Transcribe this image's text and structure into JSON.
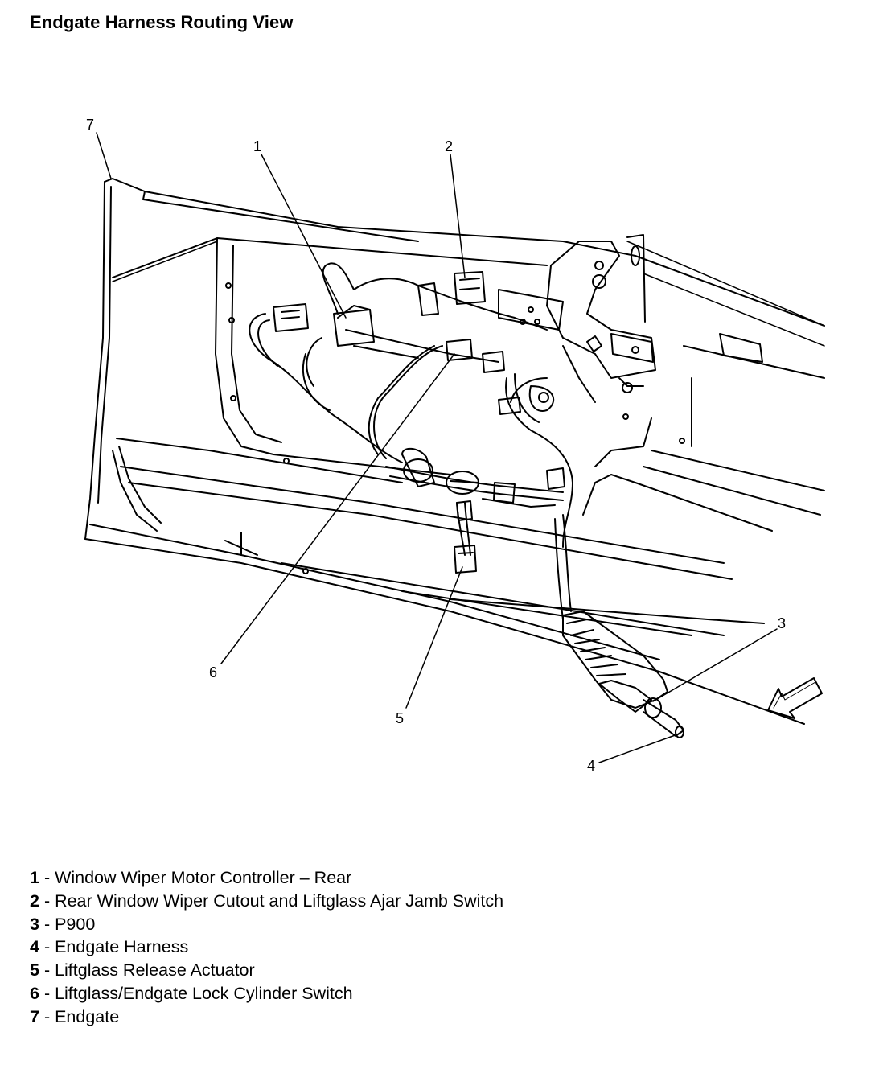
{
  "title": "Endgate Harness Routing View",
  "callouts": [
    "1",
    "2",
    "3",
    "4",
    "5",
    "6",
    "7"
  ],
  "legend": [
    {
      "num": "1",
      "sep": " - ",
      "label": "Window Wiper Motor Controller – Rear"
    },
    {
      "num": "2",
      "sep": " - ",
      "label": "Rear Window Wiper Cutout and Liftglass Ajar Jamb Switch"
    },
    {
      "num": "3",
      "sep": " - ",
      "label": "P900"
    },
    {
      "num": "4",
      "sep": " - ",
      "label": "Endgate Harness"
    },
    {
      "num": "5",
      "sep": " - ",
      "label": "Liftglass Release Actuator"
    },
    {
      "num": "6",
      "sep": " - ",
      "label": "Liftglass/Endgate Lock Cylinder Switch"
    },
    {
      "num": "7",
      "sep": " - ",
      "label": "Endgate"
    }
  ],
  "icons": {
    "direction": "front-arrow-icon"
  },
  "colors": {
    "line": "#000000",
    "background": "#ffffff"
  }
}
